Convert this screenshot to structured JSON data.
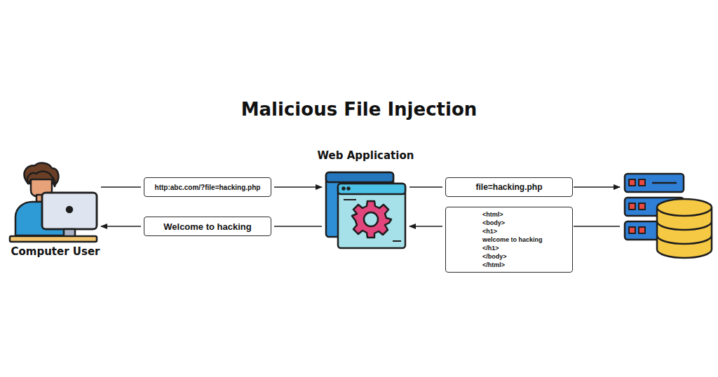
{
  "diagram": {
    "title": "Malicious File Injection",
    "nodes": [
      {
        "text": [
          "Computer User"
        ]
      },
      {
        "text": [
          "http:abc.com/?file=hacking.php"
        ]
      },
      {
        "text": [
          "Welcome to hacking"
        ]
      },
      {
        "text": [
          "Web Application"
        ]
      },
      {
        "text": [
          "file=hacking.php"
        ]
      },
      {
        "text": [
          "<html>",
          "<body>",
          "<h1>",
          "welcome to hacking",
          "</h1>",
          "</body>",
          "</html>"
        ]
      }
    ],
    "edges": [
      {
        "from": 0,
        "to": 1,
        "arrow": "none"
      },
      {
        "from": 1,
        "to": 3,
        "arrow": "to"
      },
      {
        "from": 3,
        "to": 2,
        "arrow": "none"
      },
      {
        "from": 2,
        "to": 0,
        "arrow": "to"
      },
      {
        "from": 3,
        "to": 4,
        "arrow": "none"
      },
      {
        "from": 5,
        "to": 3,
        "arrow": "to"
      }
    ]
  }
}
